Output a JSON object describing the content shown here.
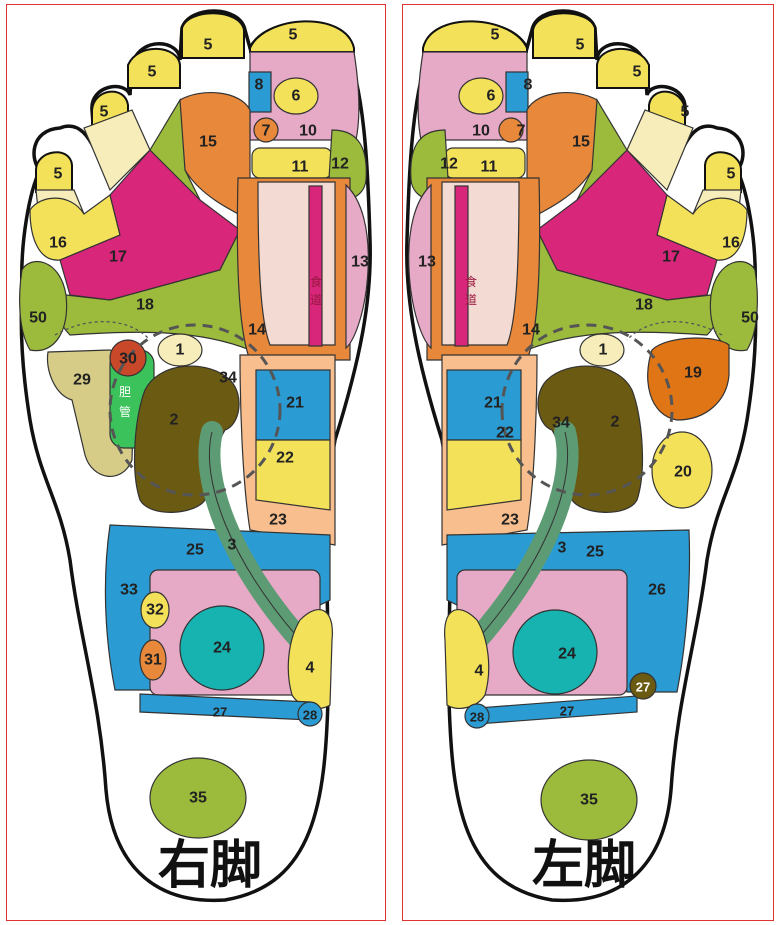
{
  "feet": {
    "right": {
      "title": "右脚"
    },
    "left": {
      "title": "左脚"
    }
  },
  "zone_labels": {
    "z1": "1",
    "z2": "2",
    "z3": "3",
    "z4": "4",
    "z5": "5",
    "z6": "6",
    "z7": "7",
    "z8": "8",
    "z10": "10",
    "z11": "11",
    "z12": "12",
    "z13": "13",
    "z14": "14",
    "z15": "15",
    "z16": "16",
    "z17": "17",
    "z18": "18",
    "z19": "19",
    "z20": "20",
    "z21": "21",
    "z22": "22",
    "z23": "23",
    "z24": "24",
    "z25": "25",
    "z26": "26",
    "z27": "27",
    "z28": "28",
    "z29": "29",
    "z30": "30",
    "z31": "31",
    "z32": "32",
    "z33": "33",
    "z34": "34",
    "z35": "35",
    "z50": "50"
  },
  "annotations": {
    "gallbladder_duct": [
      "胆",
      "管"
    ],
    "esophagus": [
      "食",
      "道"
    ]
  },
  "colors": {
    "yellow": "#f4e15a",
    "pink": "#e6a9c6",
    "magenta": "#d8267a",
    "lime": "#9cbb3c",
    "orange": "#e8883a",
    "blue": "#2a9bd3",
    "cream": "#f6edba",
    "peach": "#f8be8e",
    "olive": "#6b5a12",
    "teal": "#16b3b1",
    "green_duct": "#5d9b74",
    "khaki": "#d6cc88",
    "red": "#c9482a",
    "bright_green": "#3cc25b",
    "light_blue": "#a9d1e6",
    "dark_orange": "#e07516"
  }
}
